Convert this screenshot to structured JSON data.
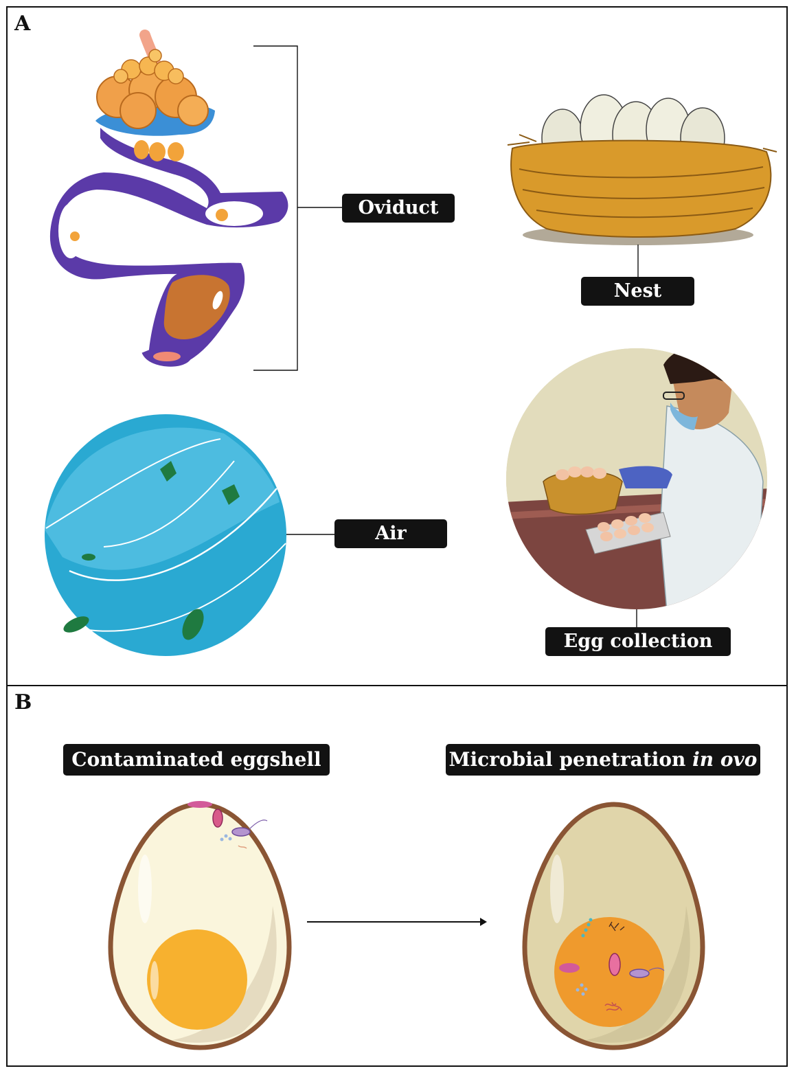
{
  "panels": {
    "a": {
      "letter": "A",
      "labels": {
        "oviduct": "Oviduct",
        "nest": "Nest",
        "air": "Air",
        "egg_collection": "Egg collection"
      }
    },
    "b": {
      "letter": "B",
      "labels": {
        "contaminated_eggshell": "Contaminated eggshell",
        "microbial_penetration": "Microbial penetration ",
        "microbial_penetration_italic": "in ovo"
      }
    }
  },
  "colors": {
    "oviduct_purple": "#5b3aa8",
    "yolk_orange": "#f2a33a",
    "nest_gold": "#d99a2b",
    "air_blue": "#2aa9d2",
    "eggshell_brown": "#8a5534",
    "label_black": "#121212"
  }
}
